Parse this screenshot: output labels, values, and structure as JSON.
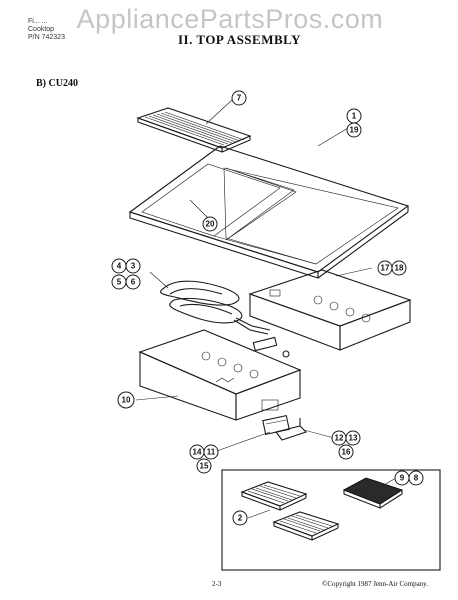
{
  "header": {
    "model_line": "Fi... ...",
    "product": "Cooktop",
    "part_number": "P/N 742323",
    "section_title": "II. TOP ASSEMBLY",
    "subsection": "B) CU240"
  },
  "watermark": "AppliancePartsPros.com",
  "callouts": {
    "c7": "7",
    "c1": "1",
    "c19a": "19",
    "c20": "20",
    "c4": "4",
    "c3": "3",
    "c5": "5",
    "c6": "6",
    "c17": "17",
    "c18": "18",
    "c10": "10",
    "c12": "12",
    "c13": "13",
    "c16": "16",
    "c14": "14",
    "c11": "11",
    "c15": "15",
    "c9": "9",
    "c8": "8",
    "c2": "2"
  },
  "footer": {
    "page": "2-3",
    "copyright": "©Copyright 1987 Jenn-Air Company."
  }
}
